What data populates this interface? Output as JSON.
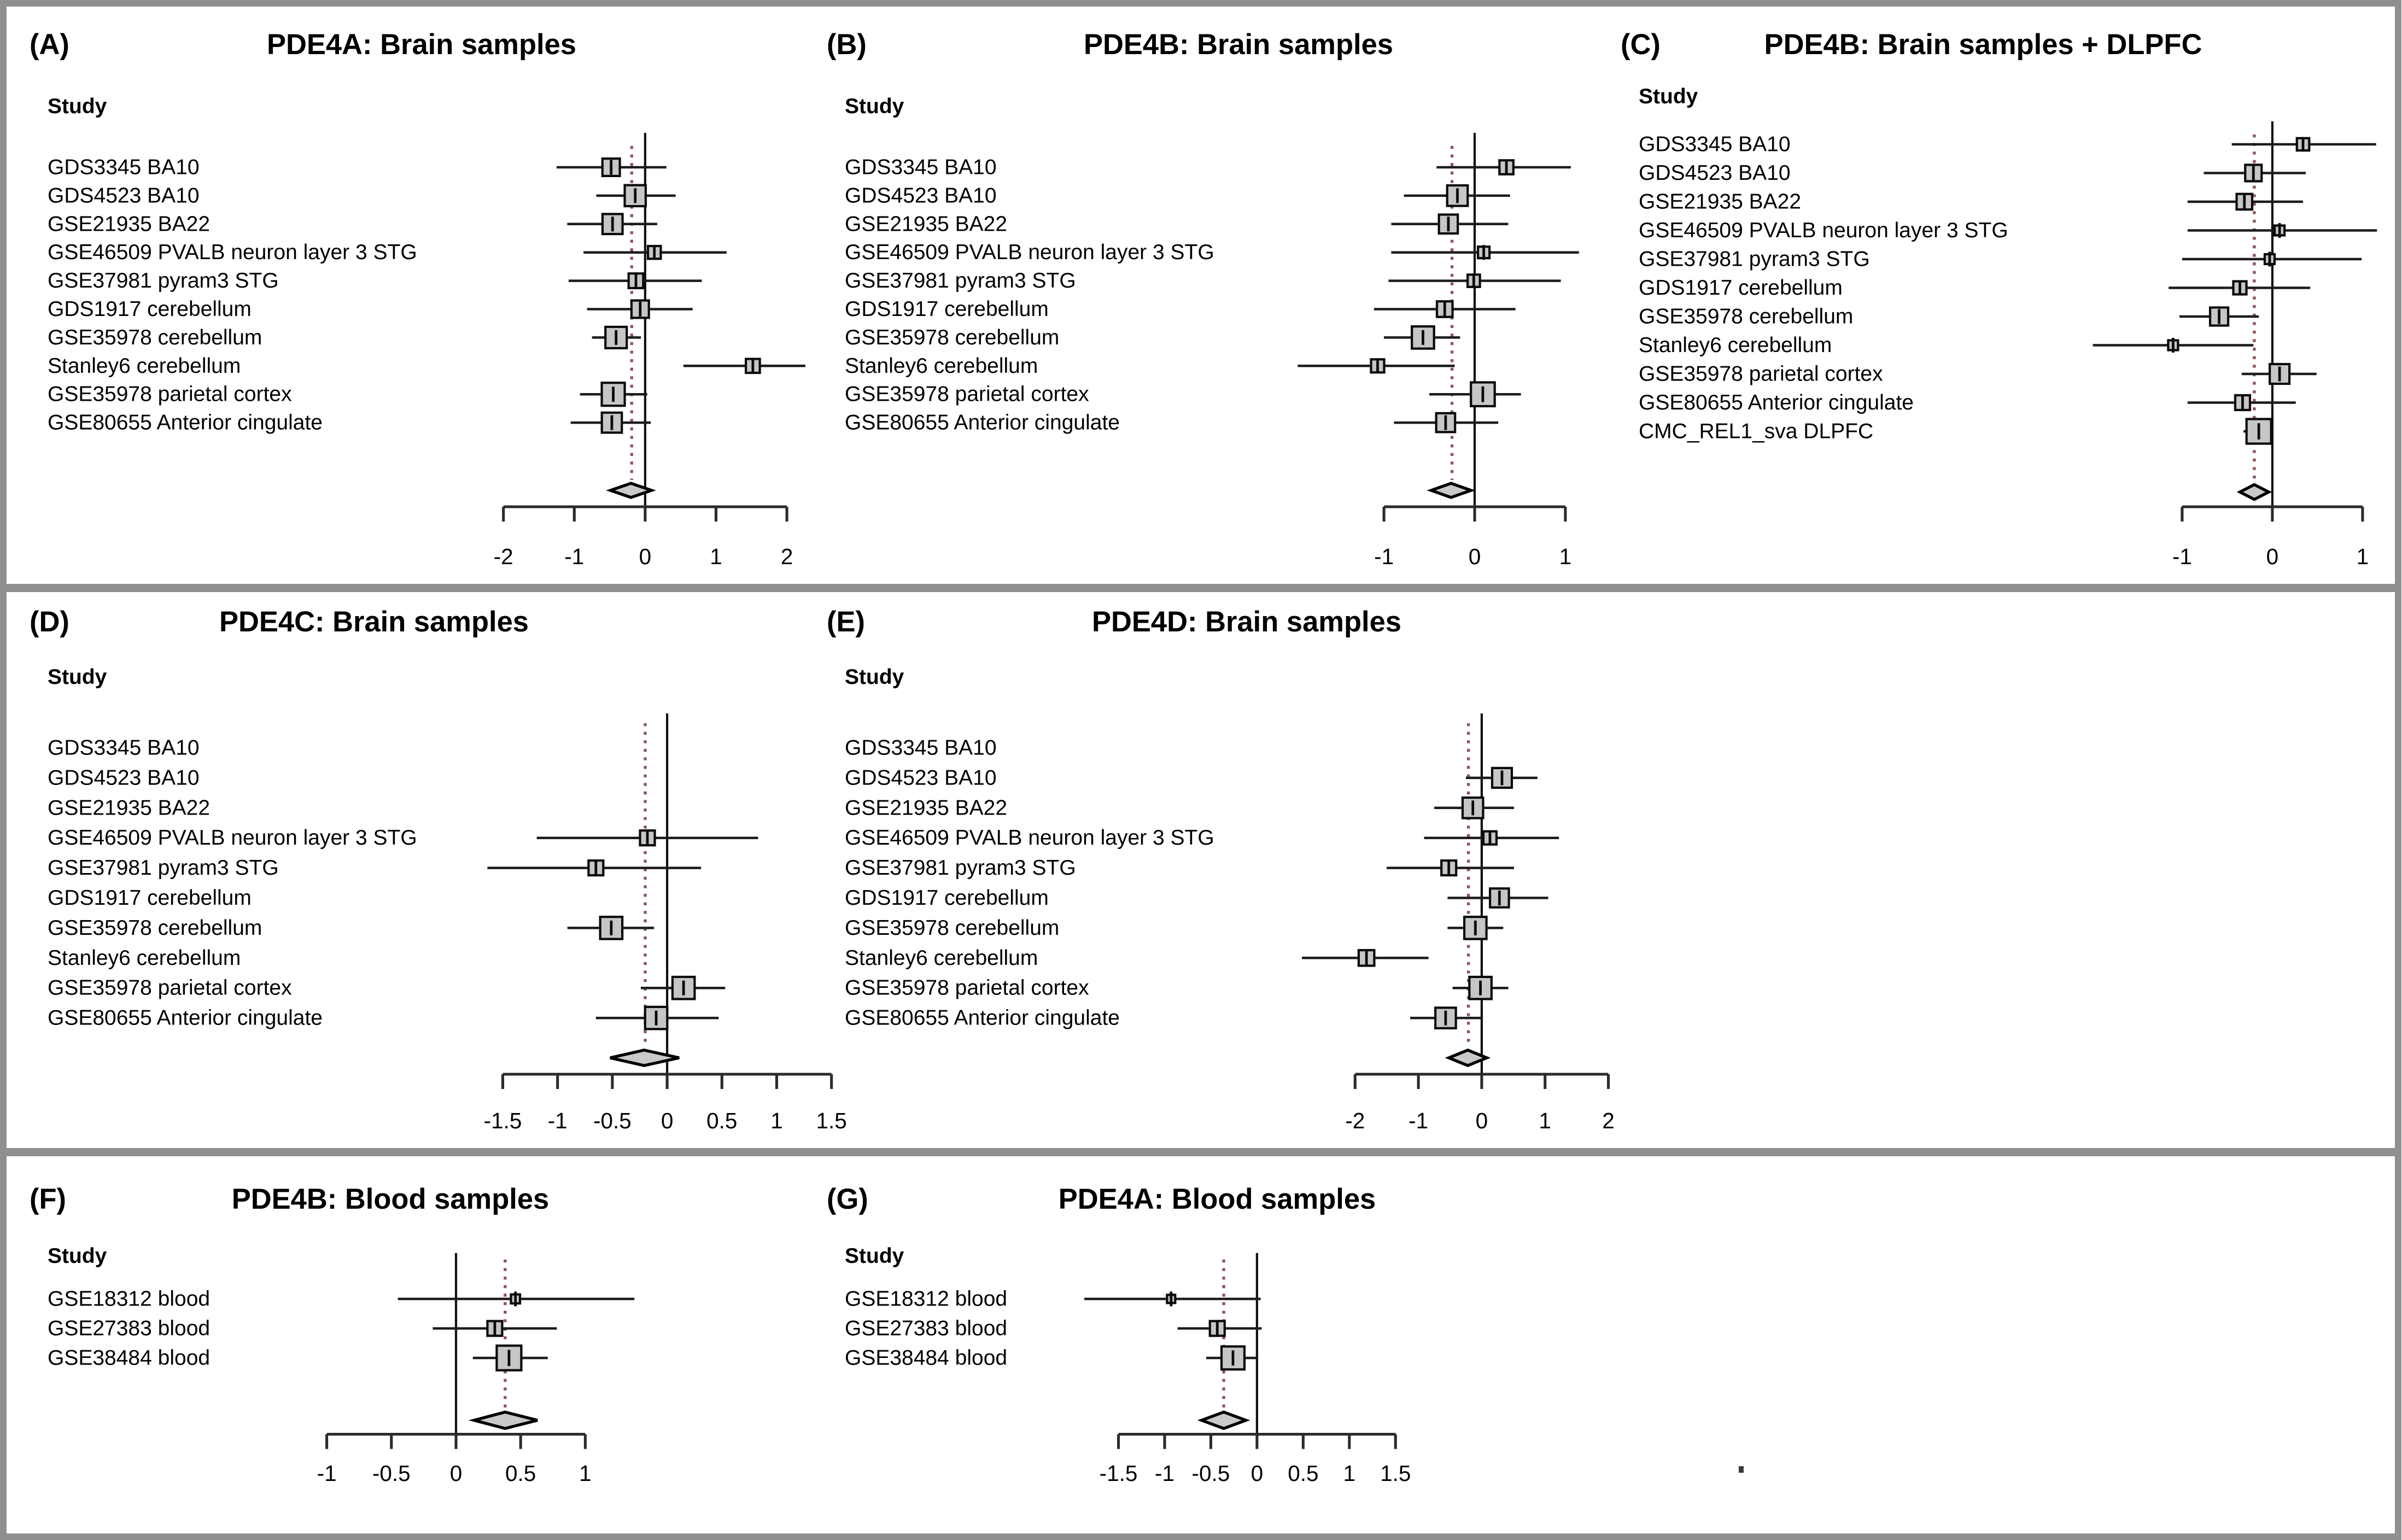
{
  "figure": {
    "study_column_header": "Study",
    "colors": {
      "frame": "#8f8f8f",
      "background": "#ffffff",
      "square_fill": "#c6c6c6",
      "square_border": "#0a0a0a",
      "ci_line": "#1c1c1c",
      "zero_line": "#111111",
      "ref_dotted_line": "#8a5a50",
      "diamond_fill": "#c9c9c9",
      "diamond_border": "#000000",
      "axis_line": "#2b2b2b",
      "text": "#000000"
    }
  },
  "chart_data": [
    {
      "type": "forest",
      "panel": "A",
      "letter": "(A)",
      "title": "PDE4A: Brain samples",
      "study_header": "Study",
      "axis": {
        "ticks": [
          -2,
          -1,
          0,
          1,
          2
        ],
        "tick_labels": [
          "-2",
          "-1",
          "0",
          "1",
          "2"
        ]
      },
      "ref_line": -0.19,
      "studies": [
        {
          "label": "GDS3345 BA10",
          "estimate": -0.48,
          "ci_low": -1.25,
          "ci_high": 0.3,
          "size": 10.6
        },
        {
          "label": "GDS4523 BA10",
          "estimate": -0.14,
          "ci_low": -0.69,
          "ci_high": 0.43,
          "size": 12.8
        },
        {
          "label": "GSE21935 BA22",
          "estimate": -0.46,
          "ci_low": -1.1,
          "ci_high": 0.17,
          "size": 12.2
        },
        {
          "label": "GSE46509 PVALB neuron layer 3 STG",
          "estimate": 0.13,
          "ci_low": -0.87,
          "ci_high": 1.15,
          "size": 7.8
        },
        {
          "label": "GSE37981 pyram3 STG",
          "estimate": -0.13,
          "ci_low": -1.08,
          "ci_high": 0.8,
          "size": 8.9
        },
        {
          "label": "GDS1917 cerebellum",
          "estimate": -0.07,
          "ci_low": -0.82,
          "ci_high": 0.67,
          "size": 10.6
        },
        {
          "label": "GSE35978 cerebellum",
          "estimate": -0.41,
          "ci_low": -0.75,
          "ci_high": -0.06,
          "size": 13
        },
        {
          "label": "Stanley6 cerebellum",
          "estimate": 1.52,
          "ci_low": 0.54,
          "ci_high": 2.45,
          "size": 8.5
        },
        {
          "label": "GSE35978 parietal cortex",
          "estimate": -0.45,
          "ci_low": -0.92,
          "ci_high": 0.03,
          "size": 14
        },
        {
          "label": "GSE80655 Anterior cingulate",
          "estimate": -0.47,
          "ci_low": -1.05,
          "ci_high": 0.08,
          "size": 12.2
        }
      ],
      "summary": {
        "estimate": -0.2,
        "ci_low": -0.49,
        "ci_high": 0.09
      }
    },
    {
      "type": "forest",
      "panel": "B",
      "letter": "(B)",
      "title": "PDE4B: Brain samples",
      "study_header": "Study",
      "axis": {
        "ticks": [
          -1,
          0,
          1
        ],
        "tick_labels": [
          "-1",
          "0",
          "1"
        ]
      },
      "ref_line": -0.25,
      "studies": [
        {
          "label": "GDS3345 BA10",
          "estimate": 0.35,
          "ci_low": -0.42,
          "ci_high": 1.06,
          "size": 8.5
        },
        {
          "label": "GDS4523 BA10",
          "estimate": -0.19,
          "ci_low": -0.78,
          "ci_high": 0.39,
          "size": 12.5
        },
        {
          "label": "GSE21935 BA22",
          "estimate": -0.29,
          "ci_low": -0.92,
          "ci_high": 0.37,
          "size": 11.5
        },
        {
          "label": "GSE46509 PVALB neuron layer 3 STG",
          "estimate": 0.1,
          "ci_low": -0.92,
          "ci_high": 1.15,
          "size": 7
        },
        {
          "label": "GSE37981 pyram3 STG",
          "estimate": -0.01,
          "ci_low": -0.95,
          "ci_high": 0.95,
          "size": 7.5
        },
        {
          "label": "GDS1917 cerebellum",
          "estimate": -0.33,
          "ci_low": -1.11,
          "ci_high": 0.45,
          "size": 9.5
        },
        {
          "label": "GSE35978 cerebellum",
          "estimate": -0.57,
          "ci_low": -1.0,
          "ci_high": -0.16,
          "size": 13.5
        },
        {
          "label": "Stanley6 cerebellum",
          "estimate": -1.07,
          "ci_low": -1.95,
          "ci_high": -0.22,
          "size": 8
        },
        {
          "label": "GSE35978 parietal cortex",
          "estimate": 0.09,
          "ci_low": -0.5,
          "ci_high": 0.51,
          "size": 14.5
        },
        {
          "label": "GSE80655 Anterior cingulate",
          "estimate": -0.32,
          "ci_low": -0.89,
          "ci_high": 0.26,
          "size": 11.5
        }
      ],
      "summary": {
        "estimate": -0.26,
        "ci_low": -0.48,
        "ci_high": -0.04
      }
    },
    {
      "type": "forest",
      "panel": "C",
      "letter": "(C)",
      "title": "PDE4B: Brain samples + DLPFC",
      "study_header": "Study",
      "axis": {
        "ticks": [
          -1,
          0,
          1
        ],
        "tick_labels": [
          "-1",
          "0",
          "1"
        ]
      },
      "ref_line": -0.2,
      "studies": [
        {
          "label": "GDS3345 BA10",
          "estimate": 0.34,
          "ci_low": -0.45,
          "ci_high": 1.15,
          "size": 7.5
        },
        {
          "label": "GDS4523 BA10",
          "estimate": -0.21,
          "ci_low": -0.76,
          "ci_high": 0.37,
          "size": 10
        },
        {
          "label": "GSE21935 BA22",
          "estimate": -0.31,
          "ci_low": -0.94,
          "ci_high": 0.34,
          "size": 9.5
        },
        {
          "label": "GSE46509 PVALB neuron layer 3 STG",
          "estimate": 0.08,
          "ci_low": -0.94,
          "ci_high": 1.16,
          "size": 6
        },
        {
          "label": "GSE37981 pyram3 STG",
          "estimate": -0.03,
          "ci_low": -1.0,
          "ci_high": 0.99,
          "size": 6
        },
        {
          "label": "GDS1917 cerebellum",
          "estimate": -0.36,
          "ci_low": -1.15,
          "ci_high": 0.42,
          "size": 8
        },
        {
          "label": "GSE35978 cerebellum",
          "estimate": -0.59,
          "ci_low": -1.03,
          "ci_high": -0.15,
          "size": 11
        },
        {
          "label": "Stanley6 cerebellum",
          "estimate": -1.1,
          "ci_low": -1.99,
          "ci_high": -0.21,
          "size": 6
        },
        {
          "label": "GSE35978 parietal cortex",
          "estimate": 0.08,
          "ci_low": -0.34,
          "ci_high": 0.49,
          "size": 12
        },
        {
          "label": "GSE80655 Anterior cingulate",
          "estimate": -0.33,
          "ci_low": -0.94,
          "ci_high": 0.26,
          "size": 9
        },
        {
          "label": "CMC_REL1_sva DLPFC",
          "estimate": -0.15,
          "ci_low": -0.32,
          "ci_high": 0.01,
          "size": 15
        }
      ],
      "summary": {
        "estimate": -0.2,
        "ci_low": -0.36,
        "ci_high": -0.04
      }
    },
    {
      "type": "forest",
      "panel": "D",
      "letter": "(D)",
      "title": "PDE4C: Brain samples",
      "study_header": "Study",
      "axis": {
        "ticks": [
          -1.5,
          -1,
          -0.5,
          0,
          0.5,
          1,
          1.5
        ],
        "tick_labels": [
          "-1.5",
          "-1",
          "-0.5",
          "0",
          "0.5",
          "1",
          "1.5"
        ]
      },
      "ref_line": -0.2,
      "studies": [
        {
          "label": "GDS3345 BA10",
          "estimate": null
        },
        {
          "label": "GDS4523 BA10",
          "estimate": null
        },
        {
          "label": "GSE21935 BA22",
          "estimate": null
        },
        {
          "label": "GSE46509 PVALB neuron layer 3 STG",
          "estimate": -0.18,
          "ci_low": -1.19,
          "ci_high": 0.83,
          "size": 9
        },
        {
          "label": "GSE37981 pyram3 STG",
          "estimate": -0.65,
          "ci_low": -1.64,
          "ci_high": 0.31,
          "size": 9
        },
        {
          "label": "GDS1917 cerebellum",
          "estimate": null
        },
        {
          "label": "GSE35978 cerebellum",
          "estimate": -0.51,
          "ci_low": -0.91,
          "ci_high": -0.12,
          "size": 13.5
        },
        {
          "label": "Stanley6 cerebellum",
          "estimate": null
        },
        {
          "label": "GSE35978 parietal cortex",
          "estimate": 0.15,
          "ci_low": -0.24,
          "ci_high": 0.53,
          "size": 13.5
        },
        {
          "label": "GSE80655 Anterior cingulate",
          "estimate": -0.1,
          "ci_low": -0.65,
          "ci_high": 0.47,
          "size": 13.5
        }
      ],
      "summary": {
        "estimate": -0.21,
        "ci_low": -0.52,
        "ci_high": 0.11
      }
    },
    {
      "type": "forest",
      "panel": "E",
      "letter": "(E)",
      "title": "PDE4D: Brain samples",
      "study_header": "Study",
      "axis": {
        "ticks": [
          -2,
          -1,
          0,
          1,
          2
        ],
        "tick_labels": [
          "-2",
          "-1",
          "0",
          "1",
          "2"
        ]
      },
      "ref_line": -0.21,
      "studies": [
        {
          "label": "GDS3345 BA10",
          "estimate": null
        },
        {
          "label": "GDS4523 BA10",
          "estimate": 0.32,
          "ci_low": -0.25,
          "ci_high": 0.88,
          "size": 12
        },
        {
          "label": "GSE21935 BA22",
          "estimate": -0.14,
          "ci_low": -0.75,
          "ci_high": 0.51,
          "size": 12.5
        },
        {
          "label": "GSE46509 PVALB neuron layer 3 STG",
          "estimate": 0.13,
          "ci_low": -0.91,
          "ci_high": 1.22,
          "size": 8
        },
        {
          "label": "GSE37981 pyram3 STG",
          "estimate": -0.52,
          "ci_low": -1.5,
          "ci_high": 0.51,
          "size": 9
        },
        {
          "label": "GDS1917 cerebellum",
          "estimate": 0.28,
          "ci_low": -0.54,
          "ci_high": 1.05,
          "size": 11.5
        },
        {
          "label": "GSE35978 cerebellum",
          "estimate": -0.1,
          "ci_low": -0.54,
          "ci_high": 0.34,
          "size": 13.5
        },
        {
          "label": "Stanley6 cerebellum",
          "estimate": -1.82,
          "ci_low": -2.84,
          "ci_high": -0.84,
          "size": 9.5
        },
        {
          "label": "GSE35978 parietal cortex",
          "estimate": -0.02,
          "ci_low": -0.46,
          "ci_high": 0.42,
          "size": 13.5
        },
        {
          "label": "GSE80655 Anterior cingulate",
          "estimate": -0.57,
          "ci_low": -1.13,
          "ci_high": 0.0,
          "size": 12.5
        }
      ],
      "summary": {
        "estimate": -0.22,
        "ci_low": -0.52,
        "ci_high": 0.08
      }
    },
    {
      "type": "forest",
      "panel": "F",
      "letter": "(F)",
      "title": "PDE4B: Blood samples",
      "study_header": "Study",
      "axis": {
        "ticks": [
          -1,
          -0.5,
          0,
          0.5,
          1
        ],
        "tick_labels": [
          "-1",
          "-0.5",
          "0",
          "0.5",
          "1"
        ]
      },
      "ref_line": 0.38,
      "studies": [
        {
          "label": "GSE18312 blood",
          "estimate": 0.46,
          "ci_low": -0.45,
          "ci_high": 1.38,
          "size": 5.5
        },
        {
          "label": "GSE27383 blood",
          "estimate": 0.3,
          "ci_low": -0.18,
          "ci_high": 0.78,
          "size": 9
        },
        {
          "label": "GSE38484 blood",
          "estimate": 0.41,
          "ci_low": 0.13,
          "ci_high": 0.71,
          "size": 15
        }
      ],
      "summary": {
        "estimate": 0.38,
        "ci_low": 0.14,
        "ci_high": 0.63
      }
    },
    {
      "type": "forest",
      "panel": "G",
      "letter": "(G)",
      "title": "PDE4A: Blood samples",
      "study_header": "Study",
      "axis": {
        "ticks": [
          -1.5,
          -1,
          -0.5,
          0,
          0.5,
          1,
          1.5
        ],
        "tick_labels": [
          "-1.5",
          "-1",
          "-0.5",
          "0",
          "0.5",
          "1",
          "1.5"
        ]
      },
      "ref_line": -0.36,
      "studies": [
        {
          "label": "GSE18312 blood",
          "estimate": -0.93,
          "ci_low": -1.87,
          "ci_high": 0.04,
          "size": 5
        },
        {
          "label": "GSE27383 blood",
          "estimate": -0.43,
          "ci_low": -0.86,
          "ci_high": 0.05,
          "size": 9
        },
        {
          "label": "GSE38484 blood",
          "estimate": -0.26,
          "ci_low": -0.55,
          "ci_high": 0.0,
          "size": 14
        }
      ],
      "summary": {
        "estimate": -0.36,
        "ci_low": -0.6,
        "ci_high": -0.12
      }
    }
  ]
}
